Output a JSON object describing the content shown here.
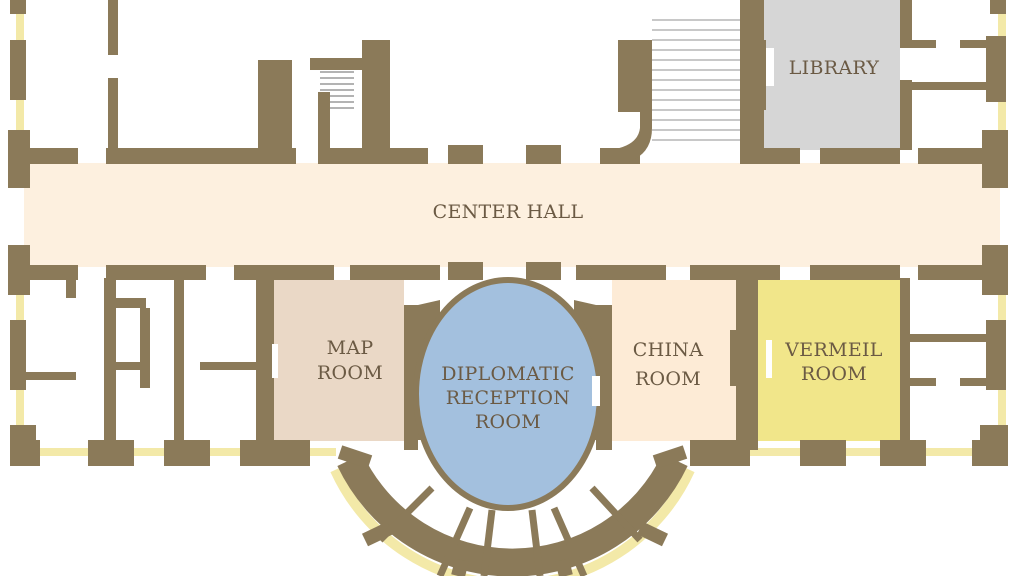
{
  "rooms": {
    "library": "LIBRARY",
    "center_hall": "CENTER HALL",
    "map_room": [
      "MAP",
      "ROOM"
    ],
    "diplomatic_reception_room": [
      "DIPLOMATIC",
      "RECEPTION",
      "ROOM"
    ],
    "china_room": [
      "CHINA",
      "ROOM"
    ],
    "vermeil_room": [
      "VERMEIL",
      "ROOM"
    ]
  },
  "colors": {
    "wall": "#8b7a59",
    "center_hall": "#fdf0df",
    "library": "#d6d6d6",
    "map_room": "#ead8c6",
    "diplomatic_reception_room": "#a3c0de",
    "china_room": "#fdebd6",
    "vermeil_room": "#f1e68a",
    "window": "#f3e9a8",
    "label": "#6b5a44"
  }
}
